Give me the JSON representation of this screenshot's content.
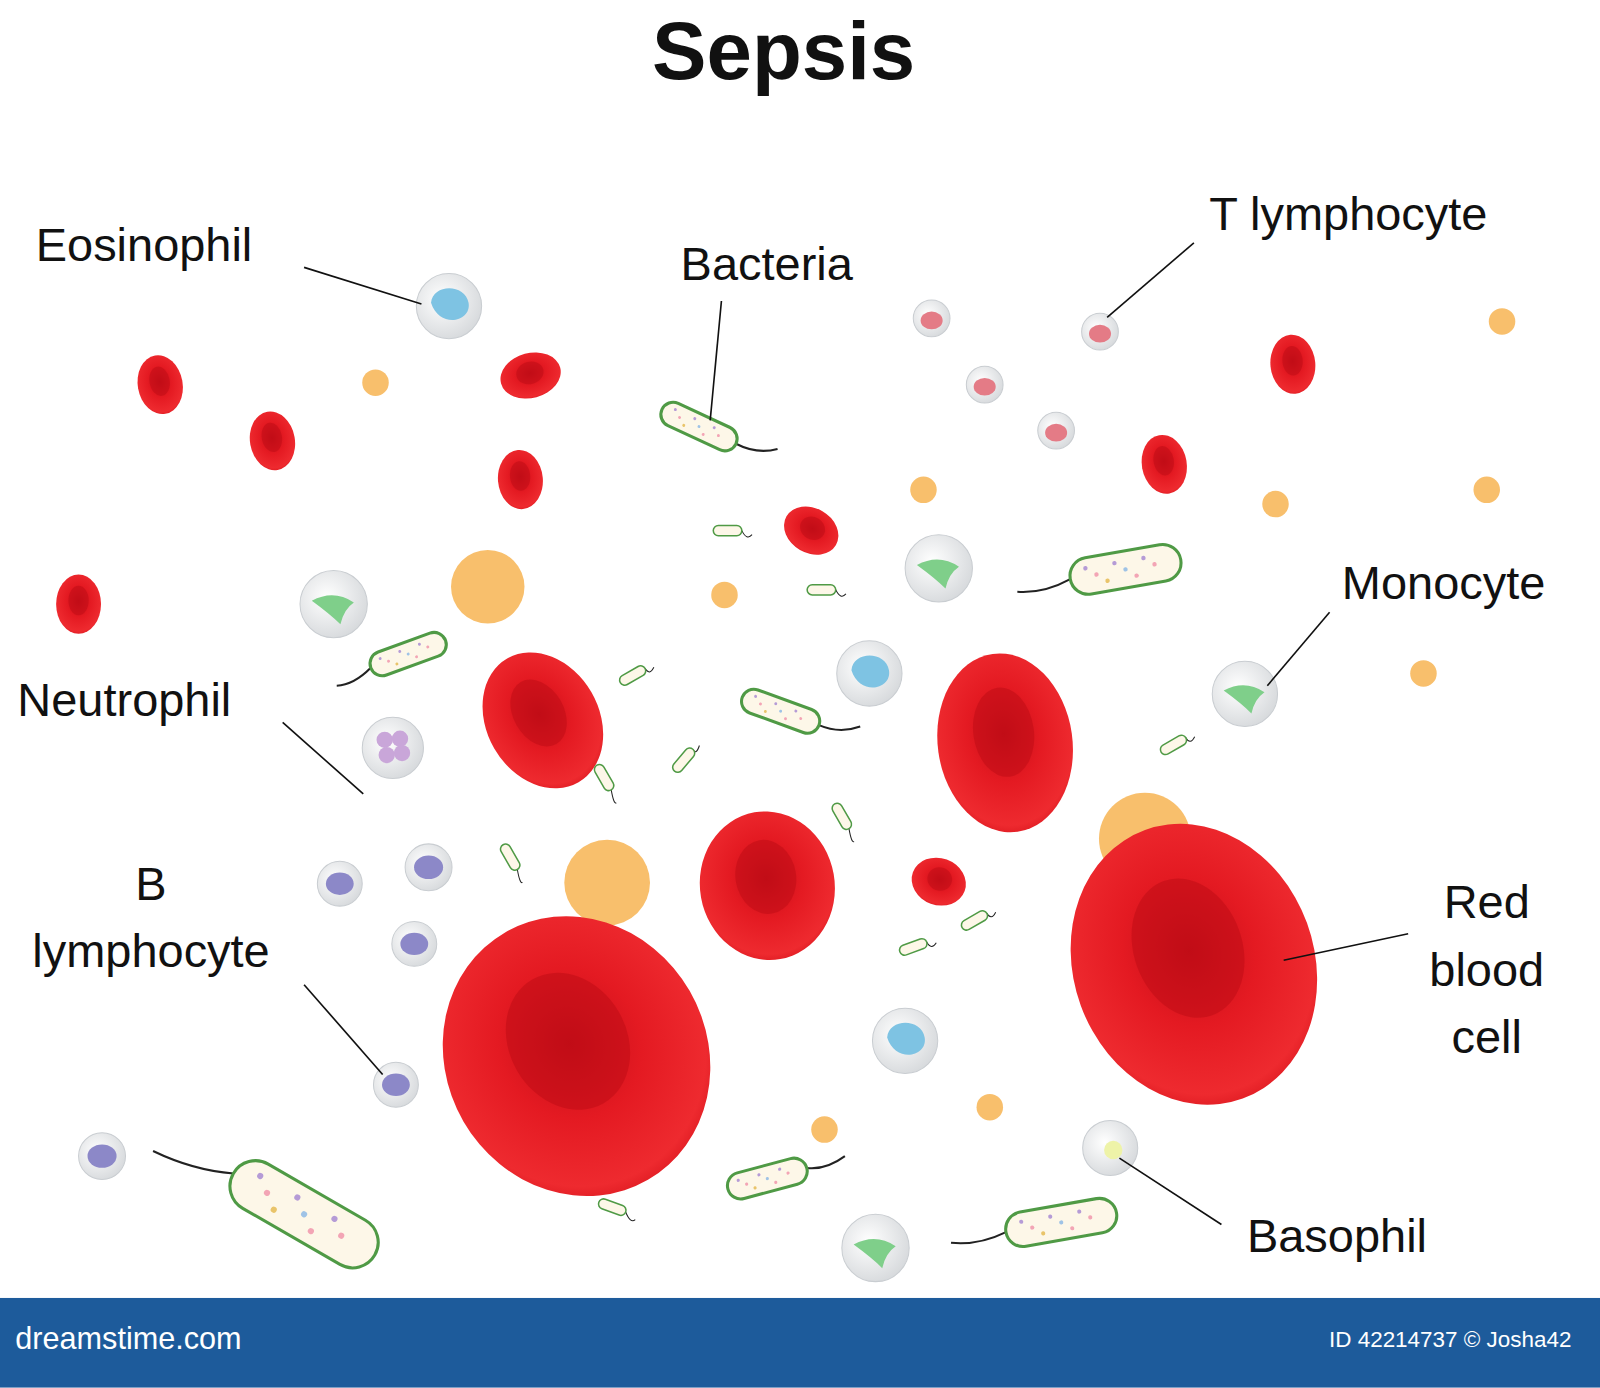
{
  "diagram": {
    "title": "Sepsis",
    "labels": [
      "Eosinophil",
      "Bacteria",
      "T lymphocyte",
      "Monocyte",
      "Neutrophil",
      "B lymphocyte",
      "Red blood cell",
      "Basophil",
      "dreamstime.com",
      "ID 42214737 © Josha42"
    ]
  }
}
